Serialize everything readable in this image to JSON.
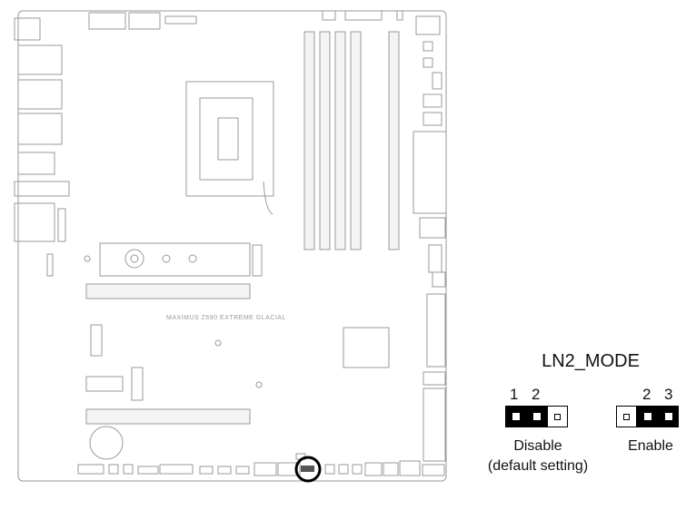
{
  "board": {
    "model_label": "MAXIMUS Z690 EXTREME GLACIAL",
    "highlighted_header": "LN2_MODE"
  },
  "jumper": {
    "title": "LN2_MODE",
    "disable": {
      "pins_label": [
        "1",
        "2"
      ],
      "caption": "Disable",
      "subcaption": "(default setting)"
    },
    "enable": {
      "pins_label": [
        "2",
        "3"
      ],
      "caption": "Enable"
    }
  },
  "colors": {
    "outline": "#9a9a9a",
    "highlight": "#000000"
  }
}
